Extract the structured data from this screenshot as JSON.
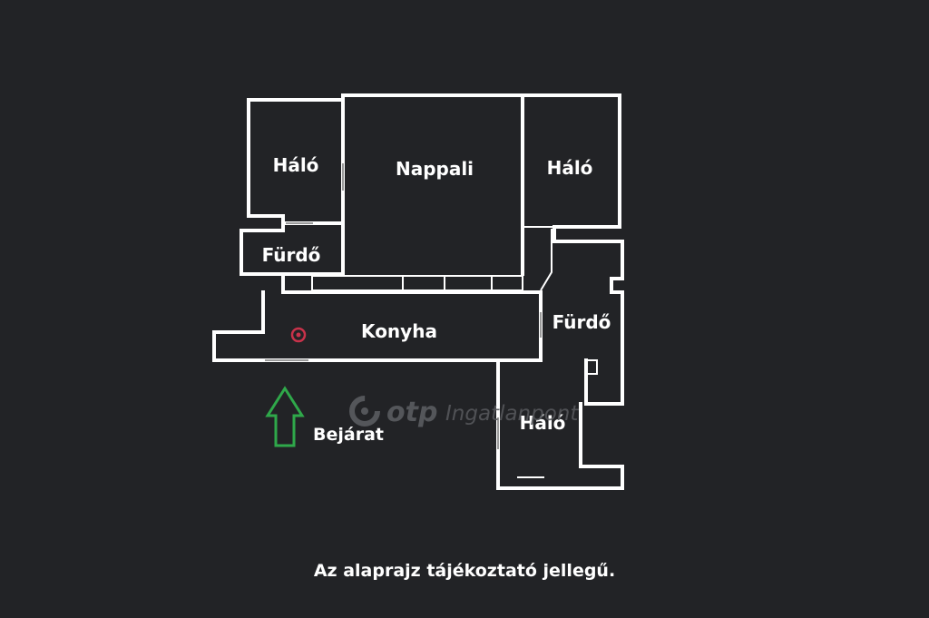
{
  "rooms": {
    "halo_top_left": "Háló",
    "nappali": "Nappali",
    "halo_top_right": "Háló",
    "furdo_left": "Fürdő",
    "konyha": "Konyha",
    "furdo_right": "Fürdő",
    "halo_bottom": "Háló"
  },
  "entrance_label": "Bejárat",
  "watermark": {
    "brand": "otp",
    "suffix": "Ingatlanpont"
  },
  "caption": "Az alaprajz tájékoztató jellegű.",
  "colors": {
    "background": "#222326",
    "walls": "#ffffff",
    "entrance_arrow": "#2fa84a",
    "kitchen_marker": "#c8324a",
    "watermark": "#5a5c60"
  },
  "icons": {
    "entrance": "up-arrow-icon",
    "marker": "target-circle-icon",
    "watermark_logo": "otp-logo-icon"
  }
}
